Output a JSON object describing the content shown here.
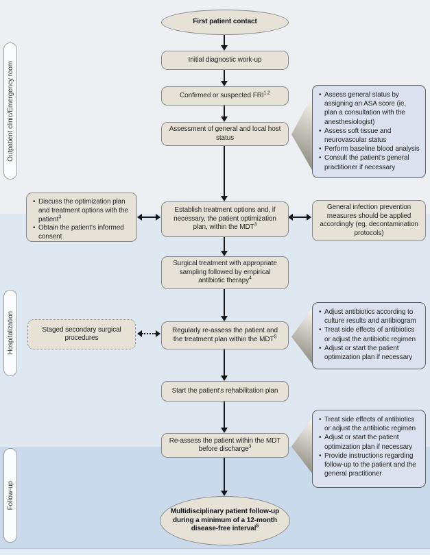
{
  "lanes": [
    {
      "label": "Outpatient clinic/Emergency room"
    },
    {
      "label": "Hospitalization"
    },
    {
      "label": "Follow-up"
    }
  ],
  "nodes": {
    "start": {
      "text": "First patient contact"
    },
    "initial_workup": {
      "text": "Initial diagnostic work-up"
    },
    "confirmed_fri": {
      "text": "Confirmed or suspected FRI",
      "sup": "1,2"
    },
    "host_assessment": {
      "text": "Assessment of general and local host status"
    },
    "establish_options": {
      "text": "Establish treatment options and, if necessary, the patient optimization plan, within the MDT",
      "sup": "3"
    },
    "surgical_treatment": {
      "text": "Surgical treatment with appropriate sampling followed by empirical antibiotic therapy",
      "sup": "4"
    },
    "regular_reassess": {
      "text": "Regularly re-assess the patient and the treatment plan within the MDT",
      "sup": "5"
    },
    "rehabilitation": {
      "text": "Start the patient's rehabilitation plan"
    },
    "reassess_discharge": {
      "text": "Re-assess the patient within the MDT before discharge",
      "sup": "3"
    },
    "followup_end": {
      "text": "Multidisciplinary patient follow-up during a minimum of a 12-month disease-free interval",
      "sup": "5"
    },
    "staged_procedures": {
      "text": "Staged secondary surgical procedures"
    },
    "infection_prevention": {
      "text": "General infection prevention measures should be applied accordingly (eg, decontamination protocols)"
    }
  },
  "callouts": {
    "discuss_consent": {
      "items": [
        {
          "text": "Discuss the optimization plan and treatment options with the patient",
          "sup": "3"
        },
        {
          "text": "Obtain the patient's informed consent"
        }
      ]
    },
    "host_status_actions": {
      "items": [
        {
          "text": "Assess general status by assigning an ASA score (ie, plan a consultation with the anesthesiologist)"
        },
        {
          "text": "Assess soft tissue and neurovascular status"
        },
        {
          "text": "Perform baseline blood analysis"
        },
        {
          "text": "Consult the patient's general practitioner if necessary"
        }
      ]
    },
    "hospitalization_actions": {
      "items": [
        {
          "text": "Adjust antibiotics according to culture results and antibiogram"
        },
        {
          "text": "Treat side effects of antibiotics or adjust the antibiotic regimen"
        },
        {
          "text": "Adjust or start the patient optimization plan if necessary"
        }
      ]
    },
    "discharge_actions": {
      "items": [
        {
          "text": "Treat side effects of antibiotics or adjust the antibiotic regimen"
        },
        {
          "text": "Adjust or start the patient optimization plan if necessary"
        },
        {
          "text": "Provide instructions regarding follow-up to the patient and the general practitioner"
        }
      ]
    }
  },
  "colors": {
    "flow_box": "#e6e2d8",
    "callout_box": "#dce1ef",
    "lane_band_top": "#edeff3",
    "lane_band_middle": "#dfe7f1",
    "lane_band_bottom": "#cbdaea",
    "arrow": "#15161a"
  }
}
